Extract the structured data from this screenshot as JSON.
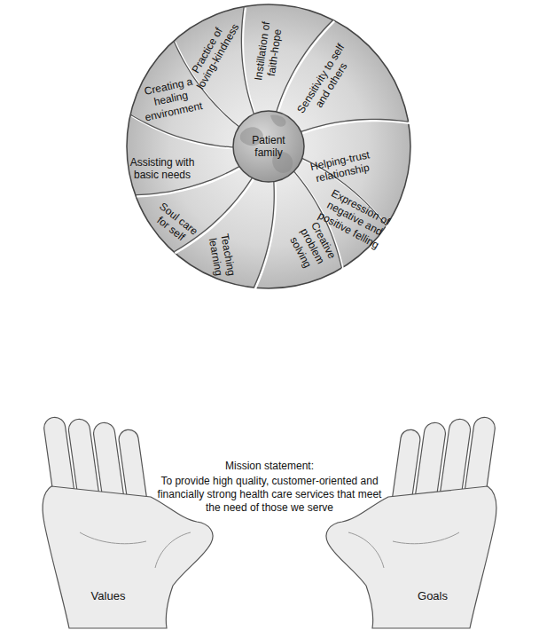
{
  "diagram": {
    "nodes": [
      {
        "text": [
          "Instillation of faith-hope"
        ]
      },
      {
        "text": [
          "Sensitivity to self and others"
        ]
      },
      {
        "text": [
          "Helping-trust relationship"
        ]
      },
      {
        "text": [
          "Expression of negative and positive felling"
        ]
      },
      {
        "text": [
          "Creative problem solving"
        ]
      },
      {
        "text": [
          "Teaching learning"
        ]
      },
      {
        "text": [
          "Soul care for self"
        ]
      },
      {
        "text": [
          "Assisting with basic needs"
        ]
      },
      {
        "text": [
          "Creating a healing environment"
        ]
      },
      {
        "text": [
          "Practice of loving-kindness"
        ]
      },
      {
        "text": [
          "Patient family"
        ]
      },
      {
        "text": [
          "Values"
        ]
      },
      {
        "text": [
          "Goals"
        ]
      }
    ],
    "labels": [
      "Mission statement:",
      "To provide high quality, customer-oriented and financially strong health care services that meet the need of those we serve"
    ]
  }
}
